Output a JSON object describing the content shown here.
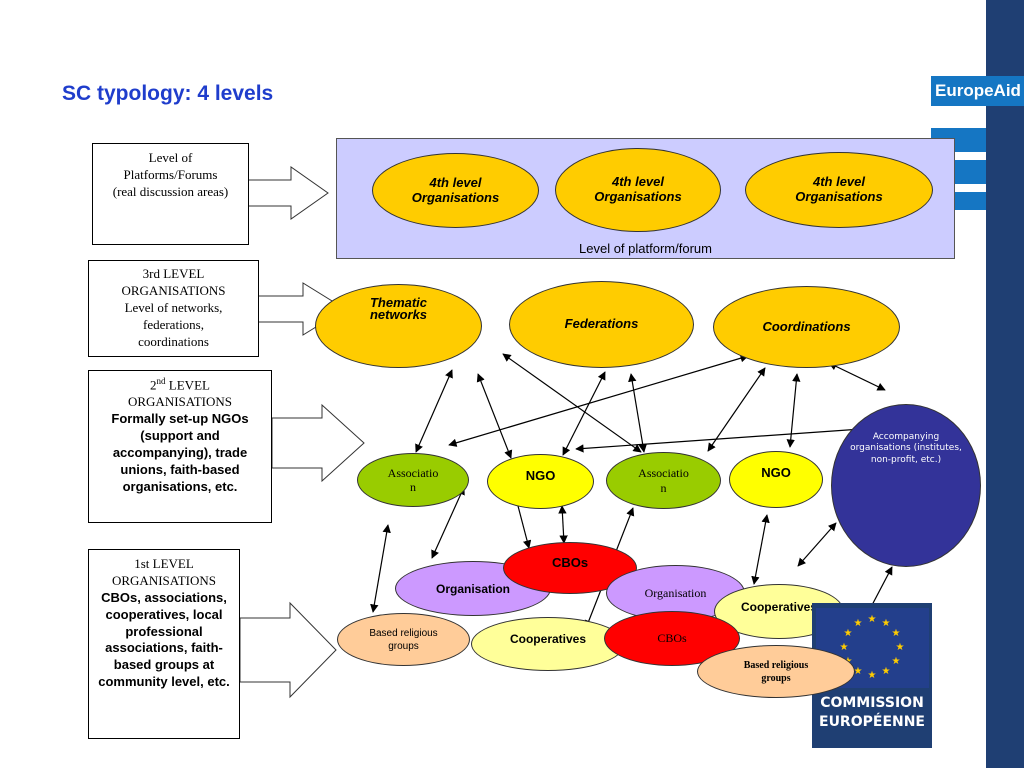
{
  "title": "SC typology: 4 levels",
  "brand": {
    "name": "EuropeAid",
    "logo_text_1": "COMMISSION",
    "logo_text_2": "EUROPÉENNE"
  },
  "levels": {
    "level4": {
      "line1": "Level of",
      "line2": "Platforms/Forums",
      "line3": "(real discussion areas)"
    },
    "level3": {
      "line1": "3rd LEVEL",
      "line2": "ORGANISATIONS",
      "line3": "Level of networks,",
      "line4": "federations,",
      "line5": "coordinations"
    },
    "level2": {
      "num": "2",
      "sup": "nd",
      "line1": " LEVEL",
      "line2": "ORGANISATIONS",
      "body": "Formally set-up NGOs (support and accompanying), trade unions, faith-based organisations, etc."
    },
    "level1": {
      "line1": "1st LEVEL",
      "line2": "ORGANISATIONS",
      "body": "CBOs, associations, cooperatives, local professional associations, faith-based groups at community level, etc."
    }
  },
  "platform": {
    "label": "Level of platform/forum",
    "orgs": [
      "4th level\nOrganisations",
      "4th level\nOrganisations",
      "4th level\nOrganisations"
    ]
  },
  "third_level": {
    "thematic": "Thematic\nnetworks",
    "federations": "Federations",
    "coordinations": "Coordinations"
  },
  "second_level": {
    "association_a": "Associatio\nn",
    "ngo_a": "NGO",
    "association_b": "Associatio\nn",
    "ngo_b": "NGO",
    "accompanying": "Accompanying organisations (institutes, non-profit, etc.)"
  },
  "first_level": {
    "cbos_a": "CBOs",
    "organisation_a": "Organisation",
    "organisation_b": "Organisation",
    "cooperatives_a": "Cooperatives",
    "religious_a": "Based religious\ngroups",
    "cooperatives_b": "Cooperatives",
    "cbos_b": "CBOs",
    "religious_b": "Based  religious\ngroups"
  },
  "colors": {
    "yellow": "#ffcc00",
    "light_yellow": "#ffff00",
    "green": "#99cc00",
    "red": "#ff0000",
    "lavender": "#cc99ff",
    "pale_yellow": "#ffff99",
    "peach": "#ffcc99",
    "navy": "#333399",
    "platform_bg": "#ccccff",
    "title": "#1f3dcc",
    "brand_blue": "#1576c3",
    "sidebar": "#1f3f73"
  }
}
